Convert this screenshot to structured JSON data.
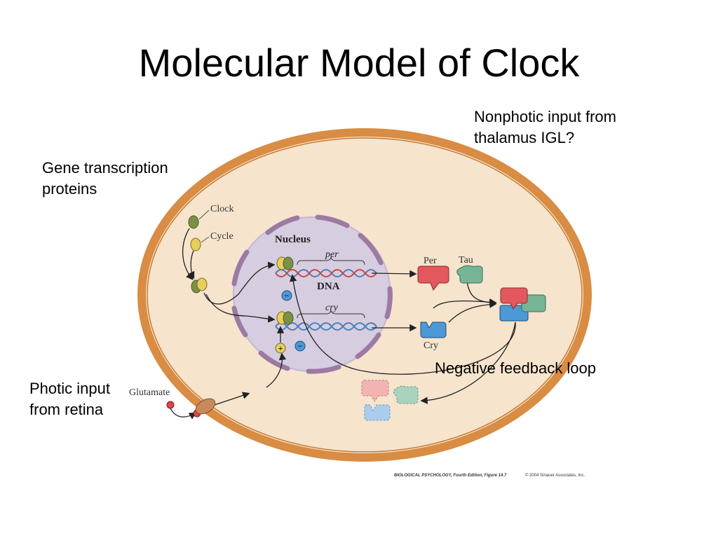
{
  "slide": {
    "title": "Molecular Model of Clock"
  },
  "callouts": {
    "nonphotic_line1": "Nonphotic input from",
    "nonphotic_line2": "thalamus IGL?",
    "gene_line1": "Gene transcription",
    "gene_line2": "proteins",
    "photic_line1": "Photic input",
    "photic_line2": "from retina",
    "negative_feedback": "Negative feedback loop"
  },
  "diagram": {
    "clock_label": "Clock",
    "cycle_label": "Cycle",
    "nucleus_label": "Nucleus",
    "per_gene": "per",
    "dna_label": "DNA",
    "cry_gene": "cry",
    "per_protein": "Per",
    "tau_protein": "Tau",
    "cry_protein": "Cry",
    "glutamate_label": "Glutamate",
    "minus_symbol": "−",
    "plus_symbol": "+"
  },
  "credit": {
    "source_text": "BIOLOGICAL PSYCHOLOGY, Fourth Edition, Figure 14.7",
    "copyright_text": "© 2004 Sinauer Associates, Inc."
  },
  "colors": {
    "cell_membrane": "#d98c43",
    "cytoplasm": "#f6e4cc",
    "nucleus_fill": "#d7cde0",
    "nuclear_pore": "#9c7aa4",
    "per_protein": "#e2585e",
    "tau_protein": "#76b596",
    "cry_protein": "#4d98d6",
    "clock_protein": "#7c9047",
    "cycle_protein": "#e6cf5f"
  }
}
